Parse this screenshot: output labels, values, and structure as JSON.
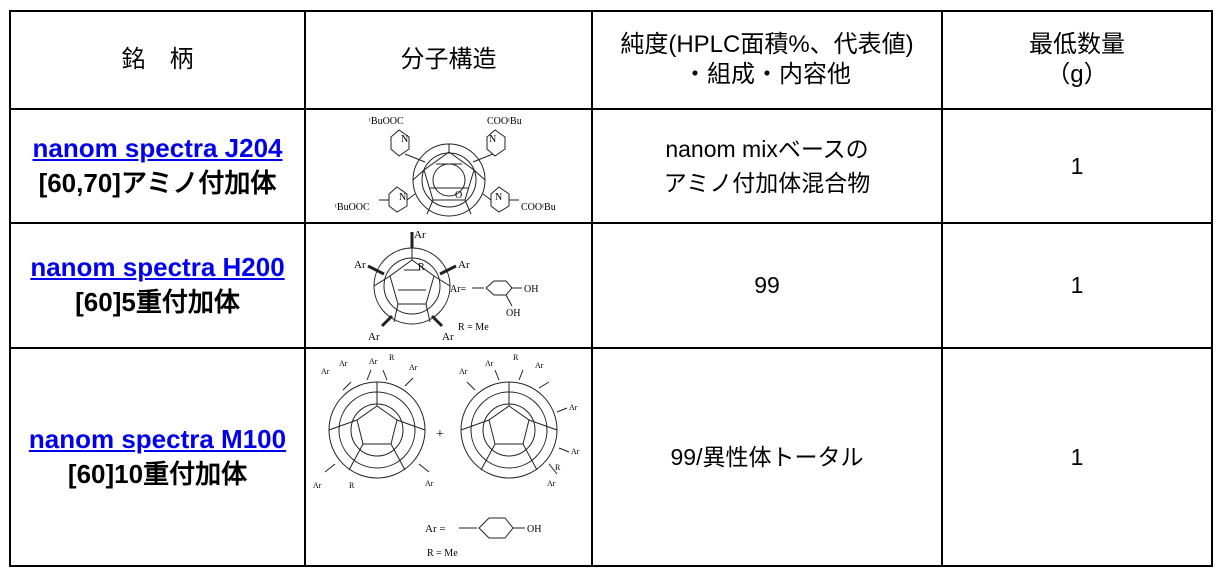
{
  "headers": {
    "brand": "銘　柄",
    "structure": "分子構造",
    "purity_line1": "純度(HPLC面積%、代表値)",
    "purity_line2": "・組成・内容他",
    "min_qty_line1": "最低数量",
    "min_qty_line2": "（g）"
  },
  "rows": [
    {
      "product": "nanom spectra J204",
      "subtitle": "[60,70]アミノ付加体",
      "desc_line1": "nanom mixベースの",
      "desc_line2": "アミノ付加体混合物",
      "qty": "1",
      "structure_labels": {
        "a": "ᵗBuOOC",
        "b": "COOᵗBu",
        "c": "ᵗBuOOC",
        "d": "COOᵗBu",
        "n": "N",
        "o": "O"
      }
    },
    {
      "product": "nanom spectra H200",
      "subtitle": "[60]5重付加体",
      "desc_line1": "99",
      "desc_line2": "",
      "qty": "1",
      "structure_labels": {
        "ar": "Ar",
        "r": "R",
        "ar_eq": "Ar=",
        "oh": "OH",
        "r_eq": "R = Me"
      }
    },
    {
      "product": "nanom spectra M100",
      "subtitle": "[60]10重付加体",
      "desc_line1": "99/異性体トータル",
      "desc_line2": "",
      "qty": "1",
      "structure_labels": {
        "ar": "Ar",
        "r": "R",
        "plus": "+",
        "ar_eq": "Ar =",
        "oh": "OH",
        "r_eq": "R = Me"
      }
    }
  ]
}
